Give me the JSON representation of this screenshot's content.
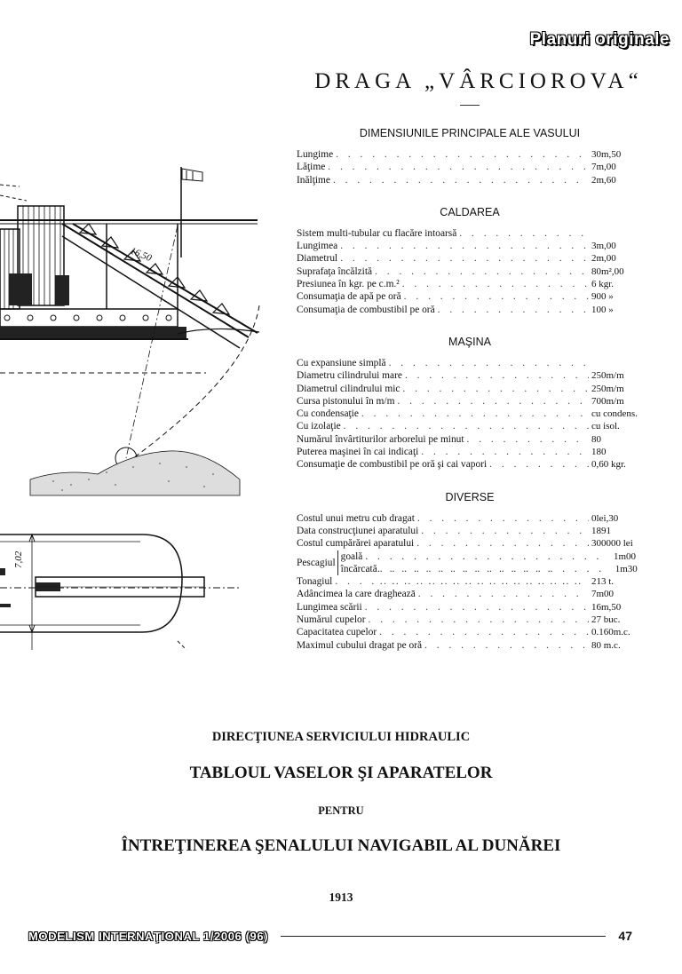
{
  "header": {
    "tag": "Planuri originale"
  },
  "drawing": {
    "annotation": "16,50",
    "dimension_label": "7,02"
  },
  "spec": {
    "title": "DRAGA „VÂRCIOROVA“",
    "sections": [
      {
        "title": "DIMENSIUNILE PRINCIPALE ALE VASULUI",
        "rows": [
          {
            "label": "Lungime",
            "value": "30m,50"
          },
          {
            "label": "Lăţime",
            "value": "7m,00"
          },
          {
            "label": "Inălţime",
            "value": "2m,60"
          }
        ]
      },
      {
        "title": "CALDAREA",
        "rows": [
          {
            "label": "Sistem multi-tubular cu flacăre intoarsă",
            "value": ""
          },
          {
            "label": "Lungimea",
            "value": "3m,00"
          },
          {
            "label": "Diametrul",
            "value": "2m,00"
          },
          {
            "label": "Suprafaţa încălzită",
            "value": "80m²,00"
          },
          {
            "label": "Presiunea în kgr. pe c.m.²",
            "value": "6 kgr."
          },
          {
            "label": "Consumaţia de apă pe oră",
            "value": "900 »"
          },
          {
            "label": "Consumaţia de combustibil pe oră",
            "value": "100 »"
          }
        ]
      },
      {
        "title": "MAŞINA",
        "rows": [
          {
            "label": "Cu expansiune simplă",
            "value": ""
          },
          {
            "label": "Diametru cilindrului mare",
            "value": "250m/m"
          },
          {
            "label": "Diametrul cilindrului mic",
            "value": "250m/m"
          },
          {
            "label": "Cursa pistonului în m/m",
            "value": "700m/m"
          },
          {
            "label": "Cu condensaţie",
            "value": "cu condens."
          },
          {
            "label": "Cu izolaţie",
            "value": "cu isol."
          },
          {
            "label": "Numărul învârtiturilor arborelui pe minut",
            "value": "80"
          },
          {
            "label": "Puterea maşinei în cai indicaţi",
            "value": "180"
          },
          {
            "label": "Consumaţie de combustibil pe oră şi cai vapori",
            "value": "0,60 kgr."
          }
        ]
      },
      {
        "title": "DIVERSE",
        "rows_before": [
          {
            "label": "Costul unui metru cub dragat",
            "value": "0lei,30"
          },
          {
            "label": "Data construcţiunei aparatului",
            "value": "1891"
          },
          {
            "label": "Costul cumpărărei aparatului",
            "value": "300000 lei"
          }
        ],
        "pescagiu": {
          "label": "Pescagiul",
          "rows": [
            {
              "label": "goală",
              "value": "1m00"
            },
            {
              "label": "încărcată",
              "value": "1m30"
            }
          ]
        },
        "rows_after": [
          {
            "label": "Tonagiul",
            "value": "213 t."
          },
          {
            "label": "Adâncimea la care dragheazā",
            "value": "7m00"
          },
          {
            "label": "Lungimea scării",
            "value": "16m,50"
          },
          {
            "label": "Numărul cupelor",
            "value": "27 buc."
          },
          {
            "label": "Capacitatea cupelor",
            "value": "0.160m.c."
          },
          {
            "label": "Maximul cubului dragat pe oră",
            "value": "80 m.c."
          }
        ]
      }
    ]
  },
  "bottom": {
    "line1": "DIRECŢIUNEA SERVICIULUI HIDRAULIC",
    "line2": "TABLOUL VASELOR ŞI APARATELOR",
    "line3": "PENTRU",
    "line4": "ÎNTREŢINEREA ŞENALULUI NAVIGABIL AL DUNĂREI",
    "year": "1913"
  },
  "footer": {
    "magazine": "MODELISM INTERNAŢIONAL 1/2006 (96)",
    "page": "47"
  }
}
